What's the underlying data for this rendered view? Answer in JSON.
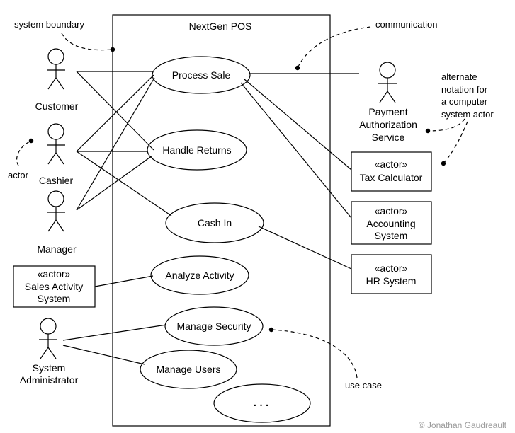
{
  "system": {
    "title": "NextGen POS"
  },
  "use_cases": {
    "process_sale": "Process Sale",
    "handle_returns": "Handle Returns",
    "cash_in": "Cash In",
    "analyze_activity": "Analyze Activity",
    "manage_security": "Manage Security",
    "manage_users": "Manage Users",
    "more": "..."
  },
  "actors": {
    "customer": "Customer",
    "cashier": "Cashier",
    "manager": "Manager",
    "payment_line1": "Payment",
    "payment_line2": "Authorization",
    "payment_line3": "Service",
    "sysadmin_line1": "System",
    "sysadmin_line2": "Administrator"
  },
  "system_actors": {
    "stereotype": "«actor»",
    "tax": "Tax Calculator",
    "accounting_line1": "Accounting",
    "accounting_line2": "System",
    "hr": "HR System",
    "sales_line1": "Sales Activity",
    "sales_line2": "System"
  },
  "annotations": {
    "system_boundary": "system boundary",
    "communication": "communication",
    "actor": "actor",
    "alternate_line1": "alternate",
    "alternate_line2": "notation for",
    "alternate_line3": "a computer",
    "alternate_line4": "system actor",
    "use_case": "use case"
  },
  "copyright": "© Jonathan Gaudreault"
}
